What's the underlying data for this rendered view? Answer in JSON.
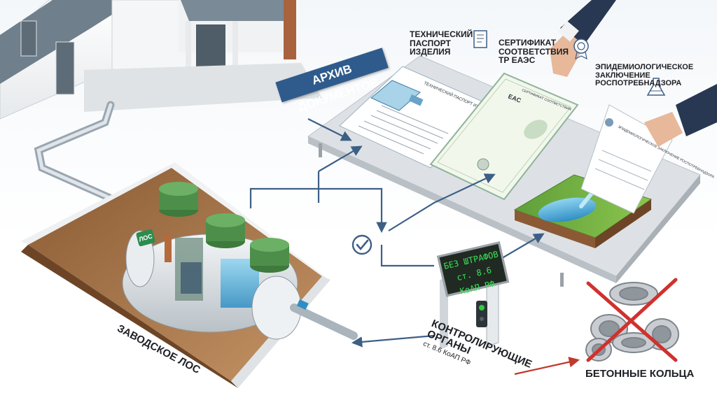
{
  "labels": {
    "archive": "Архив документов",
    "tech_passport": [
      "Технический",
      "паспорт",
      "изделия"
    ],
    "certificate": [
      "Сертификат",
      "соответствия",
      "ТР ЕАЭС"
    ],
    "epidemiological": [
      "Эпидемиологическое",
      "заключение",
      "Роспотребнадзора"
    ],
    "factory_los": "Заводское ЛОС",
    "control_bodies": [
      "Контролирующие",
      "органы"
    ],
    "control_bodies_sub": "ст. 8.6 КоАП РФ",
    "concrete_rings": "Бетонные кольца",
    "tank_badge": "ЛОС"
  },
  "signboard": {
    "line1": "БЕЗ ШТРАФОВ",
    "line2": "ст. 8.6 КоАП РФ"
  },
  "documents": {
    "passport_title": "ТЕХНИЧЕСКИЙ ПАСПОРТ ИЗДЕЛИЯ",
    "certificate_title": "СЕРТИФИКАТ СООТВЕТСТВИЯ",
    "certificate_mark": "EAC",
    "epi_title": "ЭПИДЕМИОЛОГИЧЕСКОЕ ЗАКЛЮЧЕНИЕ РОСПОТРЕБНАДЗОРА"
  },
  "icons": [
    "document-icon",
    "certificate-badge-icon",
    "lab-flask-icon",
    "checkmark-circle-icon",
    "cross-icon",
    "green-light-icon"
  ],
  "colors": {
    "flow_arrow": "#3d5f86",
    "reject_arrow": "#c0392b",
    "banner": "#2f5b8c",
    "tank_lid": "#4d8f4a",
    "sign_text": "#3ee05a"
  }
}
